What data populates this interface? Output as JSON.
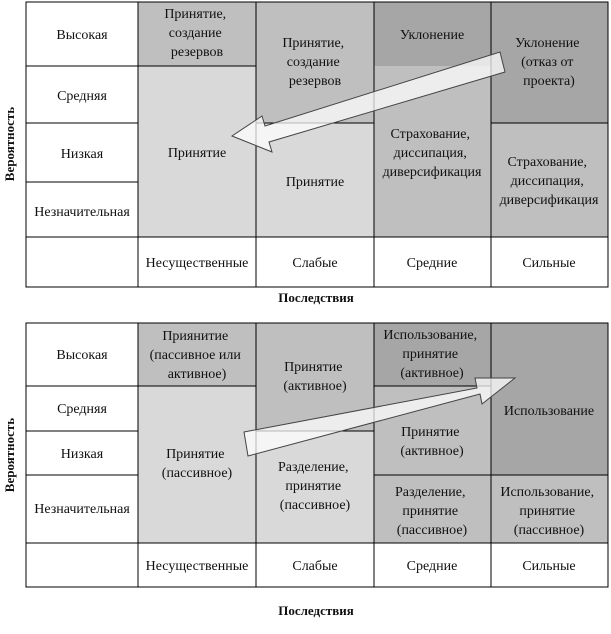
{
  "colors": {
    "white": "#ffffff",
    "light": "#d9d9d9",
    "mid": "#bfbfbf",
    "dark": "#a6a6a6",
    "border": "#000000"
  },
  "top": {
    "y_axis_label": "Вероятность",
    "x_axis_label": "Последствия",
    "rows": [
      "Высокая",
      "Средняя",
      "Низкая",
      "Незначительная"
    ],
    "cols": [
      "Несущественные",
      "Слабые",
      "Средние",
      "Сильные"
    ],
    "cells": {
      "c1_high": [
        "Принятие,",
        "создание",
        "резервов"
      ],
      "c1_rest": [
        "Принятие"
      ],
      "c2_top": [
        "Принятие,",
        "создание",
        "резервов"
      ],
      "c2_bottom": [
        "Принятие"
      ],
      "c3_top": [
        "Уклонение"
      ],
      "c3_bottom": [
        "Страхование,",
        "диссипация,",
        "диверсификация"
      ],
      "c4_top": [
        "Уклонение",
        "(отказ от",
        "проекта)"
      ],
      "c4_bottom": [
        "Страхование,",
        "диссипация,",
        "диверсификация"
      ]
    }
  },
  "bottom": {
    "y_axis_label": "Вероятность",
    "x_axis_label": "Последствия",
    "rows": [
      "Высокая",
      "Средняя",
      "Низкая",
      "Незначительная"
    ],
    "cols": [
      "Несущественные",
      "Слабые",
      "Средние",
      "Сильные"
    ],
    "cells": {
      "c1_high": [
        "Приянитие",
        "(пассивное или",
        "активное)"
      ],
      "c1_rest": [
        "Принятие",
        "(пассивное)"
      ],
      "c2_top": [
        "Принятие",
        "(активное)"
      ],
      "c2_bottom": [
        "Разделение,",
        "принятие",
        "(пассивное)"
      ],
      "c3_high": [
        "Использование,",
        "принятие",
        "(активное)"
      ],
      "c3_mid": [
        "Принятие",
        "(активное)"
      ],
      "c3_low": [
        "Разделение,",
        "принятие",
        "(пассивное)"
      ],
      "c4_top": [
        "Использование"
      ],
      "c4_low": [
        "Использование,",
        "принятие",
        "(пассивное)"
      ]
    }
  }
}
